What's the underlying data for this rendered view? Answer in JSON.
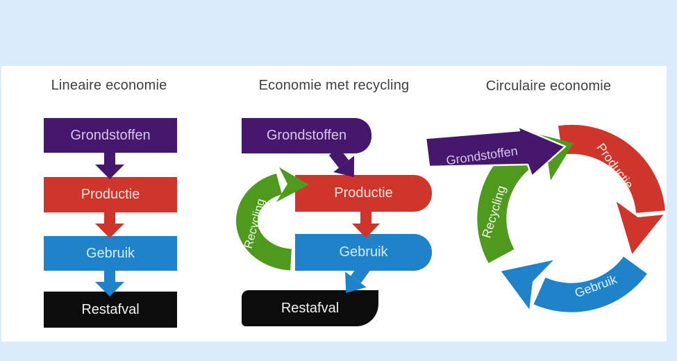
{
  "linear": {
    "title": "Lineaire economie",
    "grondstoffen": "Grondstoffen",
    "productie": "Productie",
    "gebruik": "Gebruik",
    "restafval": "Restafval"
  },
  "met_recycling": {
    "title": "Economie met recycling",
    "grondstoffen": "Grondstoffen",
    "productie": "Productie",
    "gebruik": "Gebruik",
    "restafval": "Restafval",
    "recycling": "Recycling"
  },
  "circulair": {
    "title": "Circulaire economie",
    "grondstoffen": "Grondstoffen",
    "productie": "Productie",
    "gebruik": "Gebruik",
    "recycling": "Recycling"
  },
  "colors": {
    "purple": "#45186d",
    "red": "#d0352b",
    "blue": "#1e83c9",
    "green": "#4f9a1d",
    "black": "#0c0c0c",
    "band_blue": "#d9ecfb",
    "title_text": "#3e3e3e"
  }
}
